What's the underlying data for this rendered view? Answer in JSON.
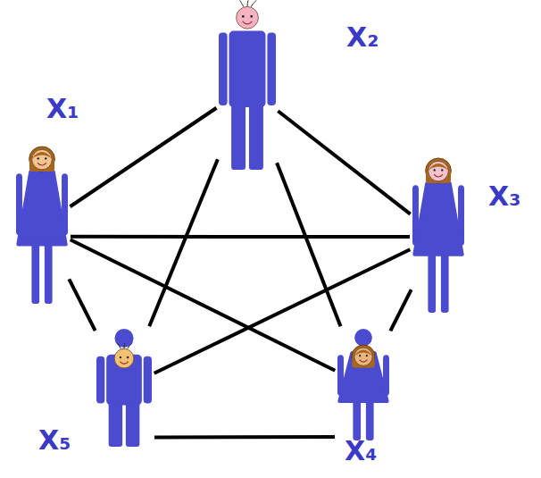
{
  "diagram": {
    "nodes": [
      {
        "text": [
          "X₂"
        ]
      },
      {
        "text": [
          "X₁"
        ]
      },
      {
        "text": [
          "X₃"
        ]
      },
      {
        "text": [
          "X₅"
        ]
      },
      {
        "text": [
          "X₄"
        ]
      }
    ],
    "edges": [
      {
        "from": 1,
        "to": 0,
        "arrow": "none"
      },
      {
        "from": 0,
        "to": 2,
        "arrow": "none"
      },
      {
        "from": 1,
        "to": 2,
        "arrow": "none"
      },
      {
        "from": 0,
        "to": 3,
        "arrow": "none"
      },
      {
        "from": 0,
        "to": 4,
        "arrow": "none"
      },
      {
        "from": 1,
        "to": 3,
        "arrow": "none"
      },
      {
        "from": 1,
        "to": 4,
        "arrow": "none"
      },
      {
        "from": 2,
        "to": 3,
        "arrow": "none"
      },
      {
        "from": 2,
        "to": 4,
        "arrow": "none"
      },
      {
        "from": 3,
        "to": 4,
        "arrow": "none"
      }
    ]
  }
}
